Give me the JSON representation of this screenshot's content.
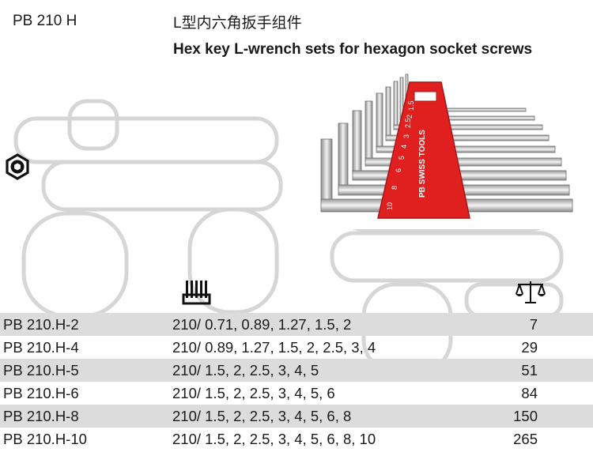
{
  "header": {
    "code": "PB 210 H",
    "title_cn": "L型内六角扳手组件",
    "title_en": "Hex key L-wrench sets for hexagon socket screws"
  },
  "icons": {
    "hex_socket": "hexagon-socket-icon",
    "quantity": "hex-keys-quantity-icon",
    "weight": "weight-scale-icon",
    "product": "hex-key-set-photo"
  },
  "photo": {
    "holder_brand": "PB SWISS TOOLS",
    "holder_sizes": [
      "10",
      "8",
      "6",
      "5",
      "4",
      "3",
      "2.5",
      "2",
      "1.5"
    ]
  },
  "table": {
    "rows": [
      {
        "code": "PB 210.H-2",
        "sizes": "210/ 0.71, 0.89, 1.27, 1.5, 2",
        "weight": "7"
      },
      {
        "code": "PB 210.H-4",
        "sizes": "210/ 0.89, 1.27, 1.5, 2, 2.5, 3, 4",
        "weight": "29"
      },
      {
        "code": "PB 210.H-5",
        "sizes": "210/ 1.5, 2, 2.5, 3, 4, 5",
        "weight": "51"
      },
      {
        "code": "PB 210.H-6",
        "sizes": "210/ 1.5, 2, 2.5, 3, 4, 5, 6",
        "weight": "84"
      },
      {
        "code": "PB 210.H-8",
        "sizes": "210/ 1.5, 2, 2.5, 3, 4, 5, 6, 8",
        "weight": "150"
      },
      {
        "code": "PB 210.H-10",
        "sizes": "210/ 1.5, 2, 2.5, 3, 4, 5, 6, 8, 10",
        "weight": "265"
      }
    ]
  },
  "colors": {
    "holder_red": "#e0201f",
    "row_shade": "#dcdcdc",
    "text": "#1a1a1a"
  }
}
